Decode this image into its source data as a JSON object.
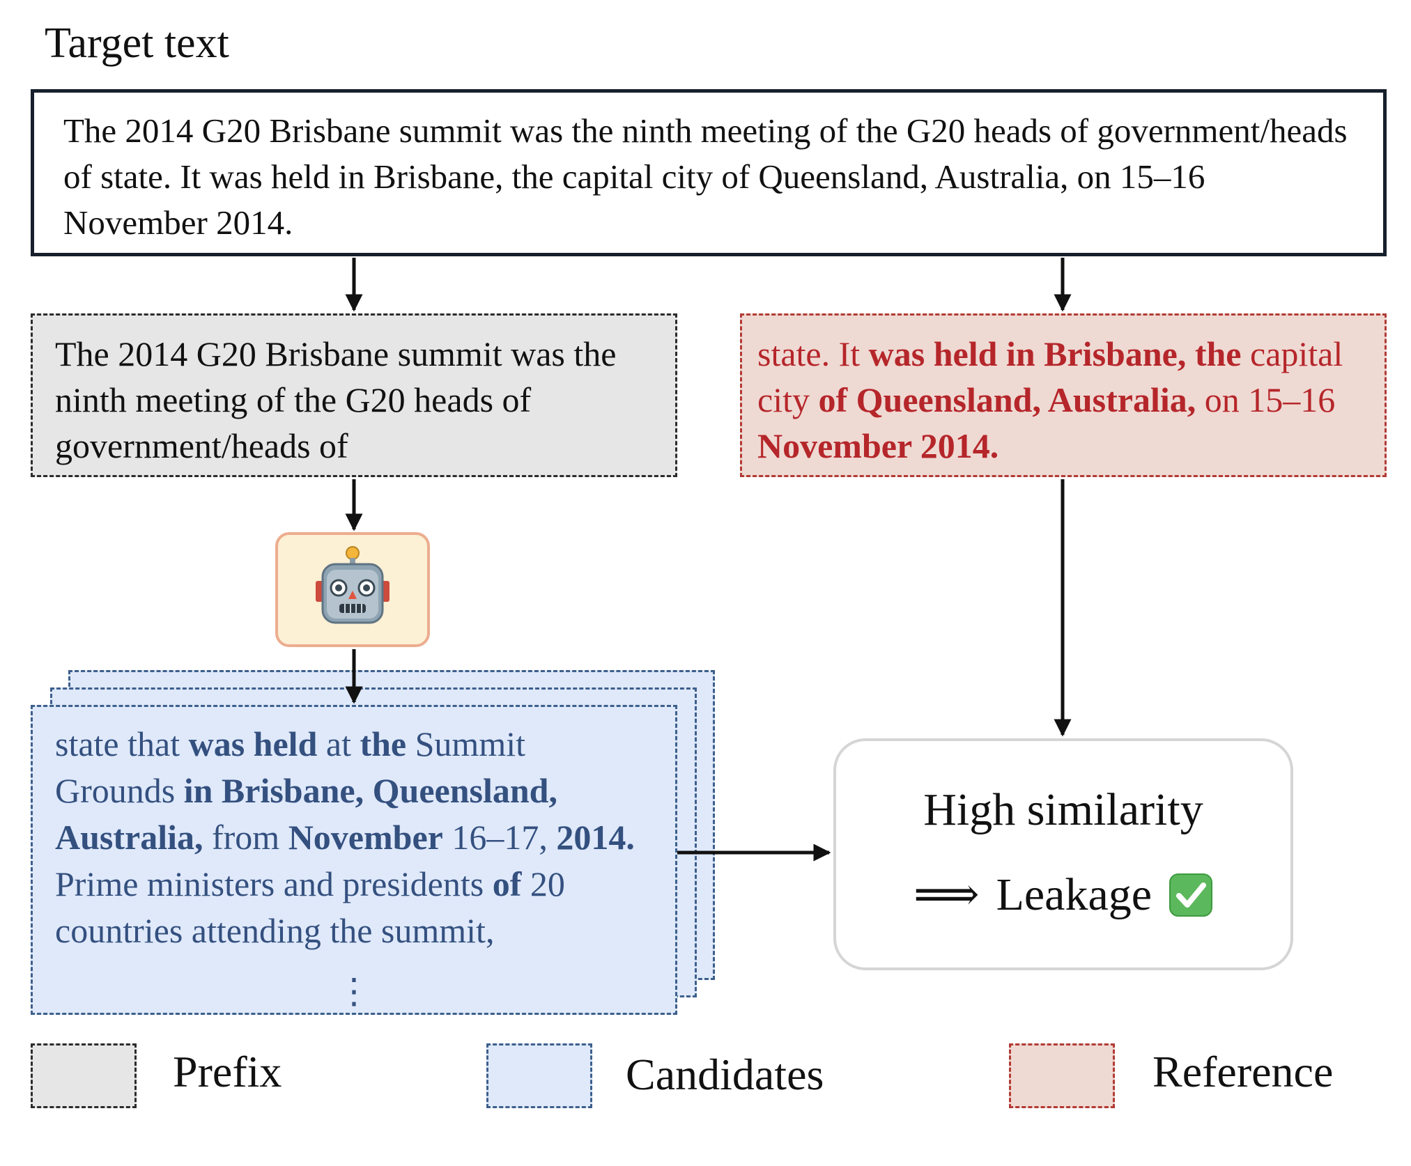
{
  "title": "Target text",
  "target_text": "The 2014 G20 Brisbane summit was the ninth meeting of the G20 heads of government/heads of state. It was held in Brisbane, the capital city of Queensland, Australia, on 15–16 November 2014.",
  "prefix_text": "The 2014 G20 Brisbane summit was the ninth meeting of the G20 heads of government/heads of",
  "reference_segments": [
    {
      "text": "state. It ",
      "bold": false
    },
    {
      "text": "was held in Brisbane, the",
      "bold": true
    },
    {
      "text": " capital city ",
      "bold": false
    },
    {
      "text": "of Queensland, Australia,",
      "bold": true
    },
    {
      "text": " on 15–16 ",
      "bold": false
    },
    {
      "text": "November 2014.",
      "bold": true
    }
  ],
  "candidate_segments": [
    {
      "text": "state that ",
      "bold": false
    },
    {
      "text": "was held",
      "bold": true
    },
    {
      "text": " at ",
      "bold": false
    },
    {
      "text": "the",
      "bold": true
    },
    {
      "text": " Summit Grounds ",
      "bold": false
    },
    {
      "text": "in Brisbane, Queensland, Australia,",
      "bold": true
    },
    {
      "text": " from ",
      "bold": false
    },
    {
      "text": "November",
      "bold": true
    },
    {
      "text": " 16–17, ",
      "bold": false
    },
    {
      "text": "2014.",
      "bold": true
    },
    {
      "text": " Prime ministers and presidents ",
      "bold": false
    },
    {
      "text": "of",
      "bold": true
    },
    {
      "text": " 20 countries attending the summit,",
      "bold": false
    }
  ],
  "candidate_ellipsis": "⋮",
  "model_icon": "robot-icon",
  "result": {
    "line1": "High similarity",
    "implies_symbol": "⟹",
    "line2": "Leakage",
    "check_icon": "check-mark-icon"
  },
  "legend": {
    "prefix": "Prefix",
    "candidates": "Candidates",
    "reference": "Reference"
  },
  "colors": {
    "prefix_fill": "#e6e6e6",
    "candidate_fill": "#dfe9fa",
    "candidate_text": "#34507f",
    "reference_fill": "#efd9d3",
    "reference_text": "#b5262a",
    "check_green": "#5cb85c"
  }
}
